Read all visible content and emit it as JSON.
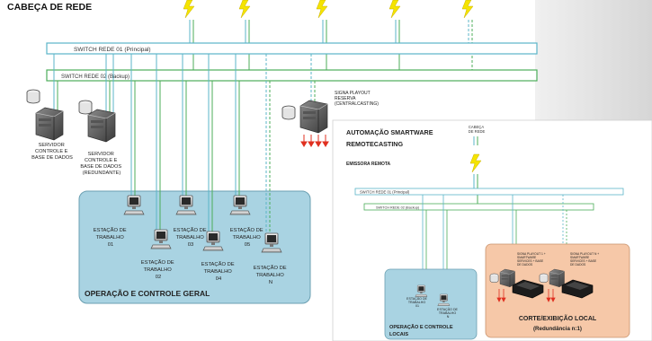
{
  "main": {
    "title": "CABEÇA DE REDE",
    "switch1": "SWITCH REDE 01 (Principal)",
    "switch2": "SWITCH REDE 02 (Backup)",
    "server1": [
      "SERVIDOR",
      "CONTROLE E",
      "BASE DE DADOS"
    ],
    "server2": [
      "SERVIDOR",
      "CONTROLE E",
      "BASE DE DADOS",
      "(REDUNDANTE)"
    ],
    "playout": [
      "SIGNA PLAYOUT",
      "RESERVA",
      "(CENTRALCASTING)"
    ],
    "stations": [
      [
        "ESTAÇÃO DE",
        "TRABALHO",
        "01"
      ],
      [
        "ESTAÇÃO DE",
        "TRABALHO",
        "02"
      ],
      [
        "ESTAÇÃO DE",
        "TRABALHO",
        "03"
      ],
      [
        "ESTAÇÃO DE",
        "TRABALHO",
        "04"
      ],
      [
        "ESTAÇÃO DE",
        "TRABALHO",
        "05"
      ],
      [
        "ESTAÇÃO DE",
        "TRABALHO",
        "N"
      ]
    ],
    "ops_label": "OPERAÇÃO E CONTROLE GERAL"
  },
  "inset": {
    "title1": "AUTOMAÇÃO SMARTWARE",
    "title2": "REMOTECASTING",
    "cabeca": [
      "CABEÇA",
      "DE REDE"
    ],
    "emissora": "EMISSORA REMOTA",
    "switch1": "SWITCH REDE 01 (Principal)",
    "switch2": "SWITCH REDE 02 (Backup)",
    "stations": [
      [
        "ESTAÇÃO DE",
        "TRABALHO",
        "01"
      ],
      [
        "ESTAÇÃO DE",
        "TRABALHO",
        "N"
      ]
    ],
    "ops_label": [
      "OPERAÇÃO E CONTROLE",
      "LOCAIS"
    ],
    "playout1": [
      "SIGNA PLAYOUT 1 +",
      "SMARTWARE",
      "SERVICES + BASE",
      "DE DADOS"
    ],
    "playout2": [
      "SIGNA PLAYOUT N +",
      "SMARTWARE",
      "SERVICES + BASE",
      "DE DADOS"
    ],
    "corte": "CORTE/EXIBIÇÃO LOCAL",
    "redundancia": "(Redundância n:1)"
  },
  "colors": {
    "switch1": "#5bb5c8",
    "switch2": "#4cae5a",
    "ops_bg": "#a9d3e2",
    "corte_bg": "#f6c8a8",
    "lightning": "#f5e400",
    "arrow": "#e03020"
  }
}
